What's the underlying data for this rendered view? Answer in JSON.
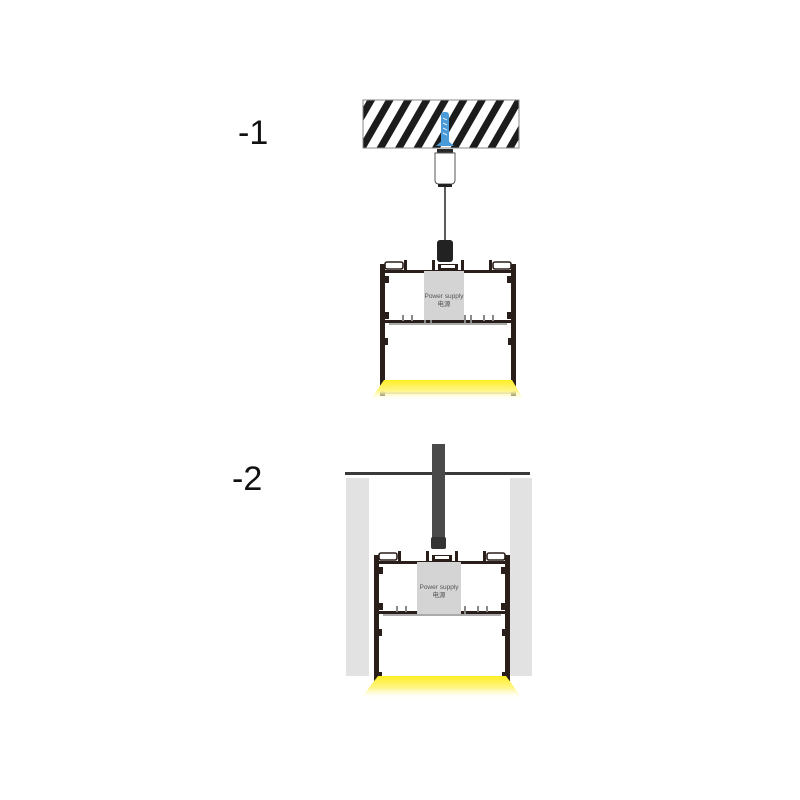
{
  "figure": {
    "type": "installation-diagram",
    "subject": "Suspended LED linear profile with integrated power supply",
    "colors": {
      "profile": "#2a1e1a",
      "power_supply_fill": "#d4d4d4",
      "ceiling_hatch": "#1c1c1c",
      "anchor": "#4a9ad8",
      "suspension": "#444444",
      "recess_wall": "#e2e2e2",
      "light_beam": "#ffee33"
    }
  },
  "panels": [
    {
      "label": "-1",
      "mounting": "suspended from concrete ceiling with wire",
      "power_supply_label_en": "Power supply",
      "power_supply_label_zh": "电源"
    },
    {
      "label": "-2",
      "mounting": "recessed in ceiling channel with rod",
      "power_supply_label_en": "Power supply",
      "power_supply_label_zh": "电源"
    }
  ]
}
